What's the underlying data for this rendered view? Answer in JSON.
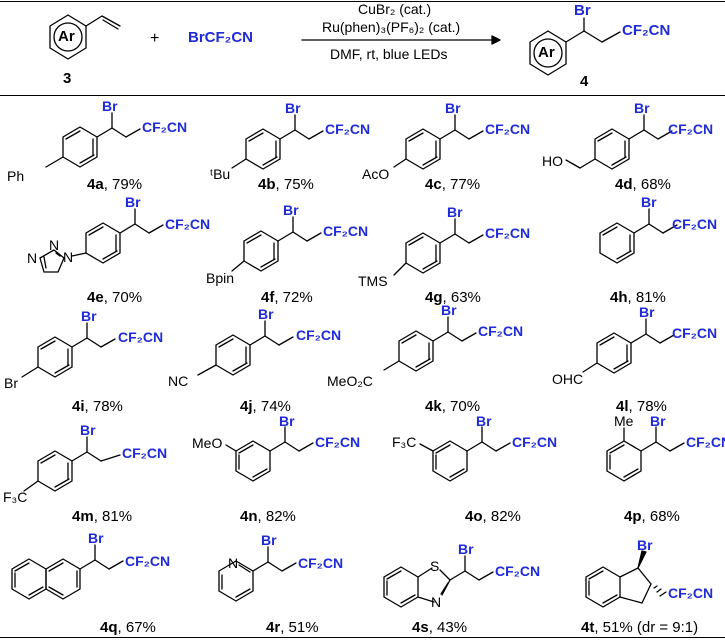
{
  "scheme": {
    "reactant_ar": "Ar",
    "reactant_id": "3",
    "plus": "+",
    "reagent": "BrCF₂CN",
    "condition_1": "CuBr₂ (cat.)",
    "condition_2": "Ru(phen)₃(PF₆)₂ (cat.)",
    "condition_3": "DMF, rt, blue LEDs",
    "product_ar": "Ar",
    "product_br": "Br",
    "product_group": "CF₂CN",
    "product_id": "4"
  },
  "labels": {
    "br": "Br",
    "cf2cn": "CF₂CN",
    "ph": "Ph",
    "tbu": "ᵗBu",
    "aco": "AcO",
    "ho": "HO",
    "bpin": "Bpin",
    "tms": "TMS",
    "br_sub": "Br",
    "nc": "NC",
    "meo2c": "MeO₂C",
    "ohc": "OHC",
    "f3c": "F₃C",
    "meo": "MeO",
    "me": "Me",
    "n": "N",
    "s": "S"
  },
  "products": [
    {
      "id": "4a",
      "yield": ", 79%"
    },
    {
      "id": "4b",
      "yield": ", 75%"
    },
    {
      "id": "4c",
      "yield": ", 77%"
    },
    {
      "id": "4d",
      "yield": ", 68%"
    },
    {
      "id": "4e",
      "yield": ", 70%"
    },
    {
      "id": "4f",
      "yield": ", 72%"
    },
    {
      "id": "4g",
      "yield": ", 63%"
    },
    {
      "id": "4h",
      "yield": ", 81%"
    },
    {
      "id": "4i",
      "yield": ", 78%"
    },
    {
      "id": "4j",
      "yield": ", 74%"
    },
    {
      "id": "4k",
      "yield": ", 70%"
    },
    {
      "id": "4l",
      "yield": ", 78%"
    },
    {
      "id": "4m",
      "yield": ", 81%"
    },
    {
      "id": "4n",
      "yield": ", 82%"
    },
    {
      "id": "4o",
      "yield": ", 82%"
    },
    {
      "id": "4p",
      "yield": ", 68%"
    },
    {
      "id": "4q",
      "yield": ", 67%"
    },
    {
      "id": "4r",
      "yield": ", 51%"
    },
    {
      "id": "4s",
      "yield": ", 43%"
    },
    {
      "id": "4t",
      "yield": ", 51% (dr = 9:1)"
    }
  ]
}
